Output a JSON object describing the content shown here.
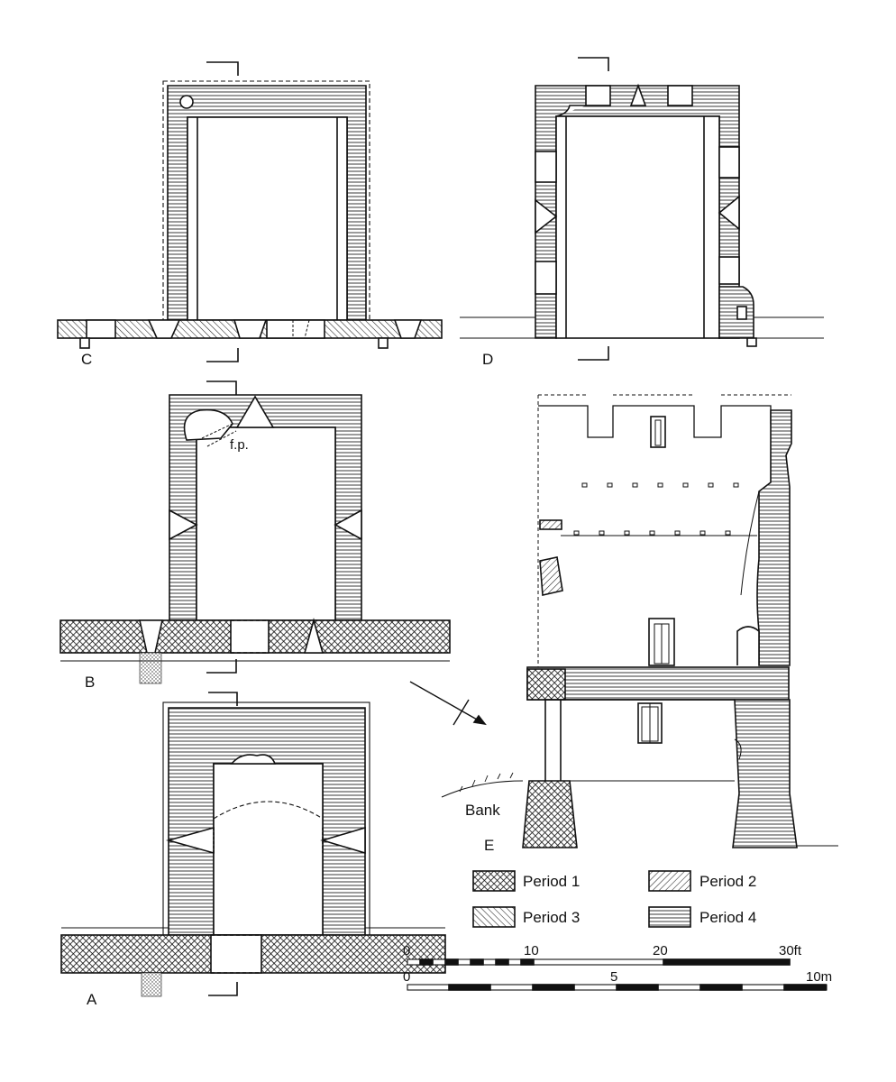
{
  "plans": {
    "C": "C",
    "D": "D",
    "B": "B",
    "A": "A",
    "E": "E"
  },
  "annotations": {
    "fireplace": "f.p.",
    "bank": "Bank"
  },
  "legend": [
    {
      "label": "Period 1",
      "pattern": "crosshatch"
    },
    {
      "label": "Period 2",
      "pattern": "diagonal-right"
    },
    {
      "label": "Period 3",
      "pattern": "diagonal-left"
    },
    {
      "label": "Period 4",
      "pattern": "horizontal"
    }
  ],
  "scale_feet": {
    "ticks": [
      "0",
      "10",
      "20",
      "30ft"
    ]
  },
  "scale_metres": {
    "ticks": [
      "0",
      "5",
      "10m"
    ]
  },
  "colors": {
    "ink": "#111111",
    "paper": "#ffffff"
  }
}
